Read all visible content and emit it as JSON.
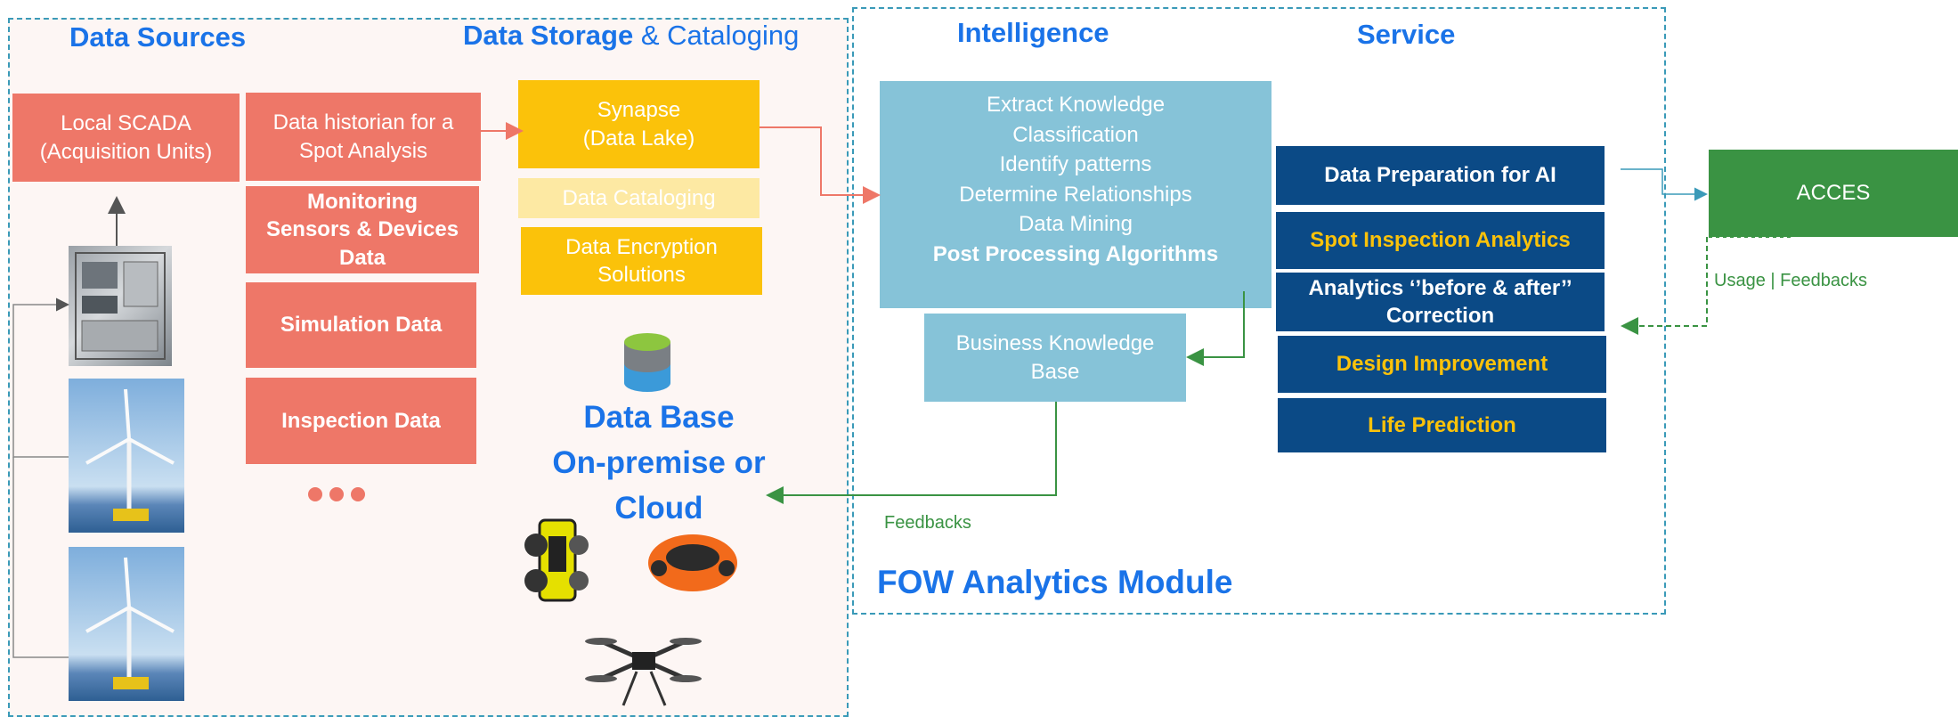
{
  "headers": {
    "data_sources": "Data Sources",
    "storage_bold": "Data Storage",
    "storage_rest": " & Cataloging",
    "intelligence": "Intelligence",
    "service": "Service",
    "module": "FOW Analytics Module"
  },
  "sources": {
    "scada": [
      "Local SCADA",
      "(Acquisition Units)"
    ],
    "historian": [
      "Data historian for a",
      "Spot Analysis"
    ],
    "monitoring": [
      "Monitoring",
      "Sensors & Devices",
      "Data"
    ],
    "simulation": "Simulation Data",
    "inspection": "Inspection Data"
  },
  "storage": {
    "synapse": [
      "Synapse",
      "(Data Lake)"
    ],
    "cataloging": "Data Cataloging",
    "encryption": [
      "Data Encryption",
      "Solutions"
    ],
    "database": [
      "Data Base",
      "On-premise or",
      "Cloud"
    ]
  },
  "intelligence": {
    "lines": [
      "Extract Knowledge",
      "Classification",
      "Identify patterns",
      "Determine Relationships",
      "Data Mining"
    ],
    "bold_line": "Post Processing Algorithms",
    "kb": [
      "Business Knowledge",
      "Base"
    ]
  },
  "services": {
    "prep": "Data Preparation for AI",
    "spot": "Spot Inspection Analytics",
    "before_after": [
      "Analytics ‘’before & after’’",
      "Correction"
    ],
    "design": "Design Improvement",
    "life": "Life Prediction"
  },
  "acces": {
    "label": "ACCES",
    "usage": "Usage",
    "sep": "|",
    "feedbacks": "Feedbacks"
  },
  "feedbacks_label": "Feedbacks",
  "colors": {
    "salmon": "#ee7768",
    "gold": "#fbc20a",
    "light_blue": "#86c3d8",
    "navy": "#0b4a86",
    "green": "#3a9343",
    "header_blue": "#1a73e8"
  }
}
